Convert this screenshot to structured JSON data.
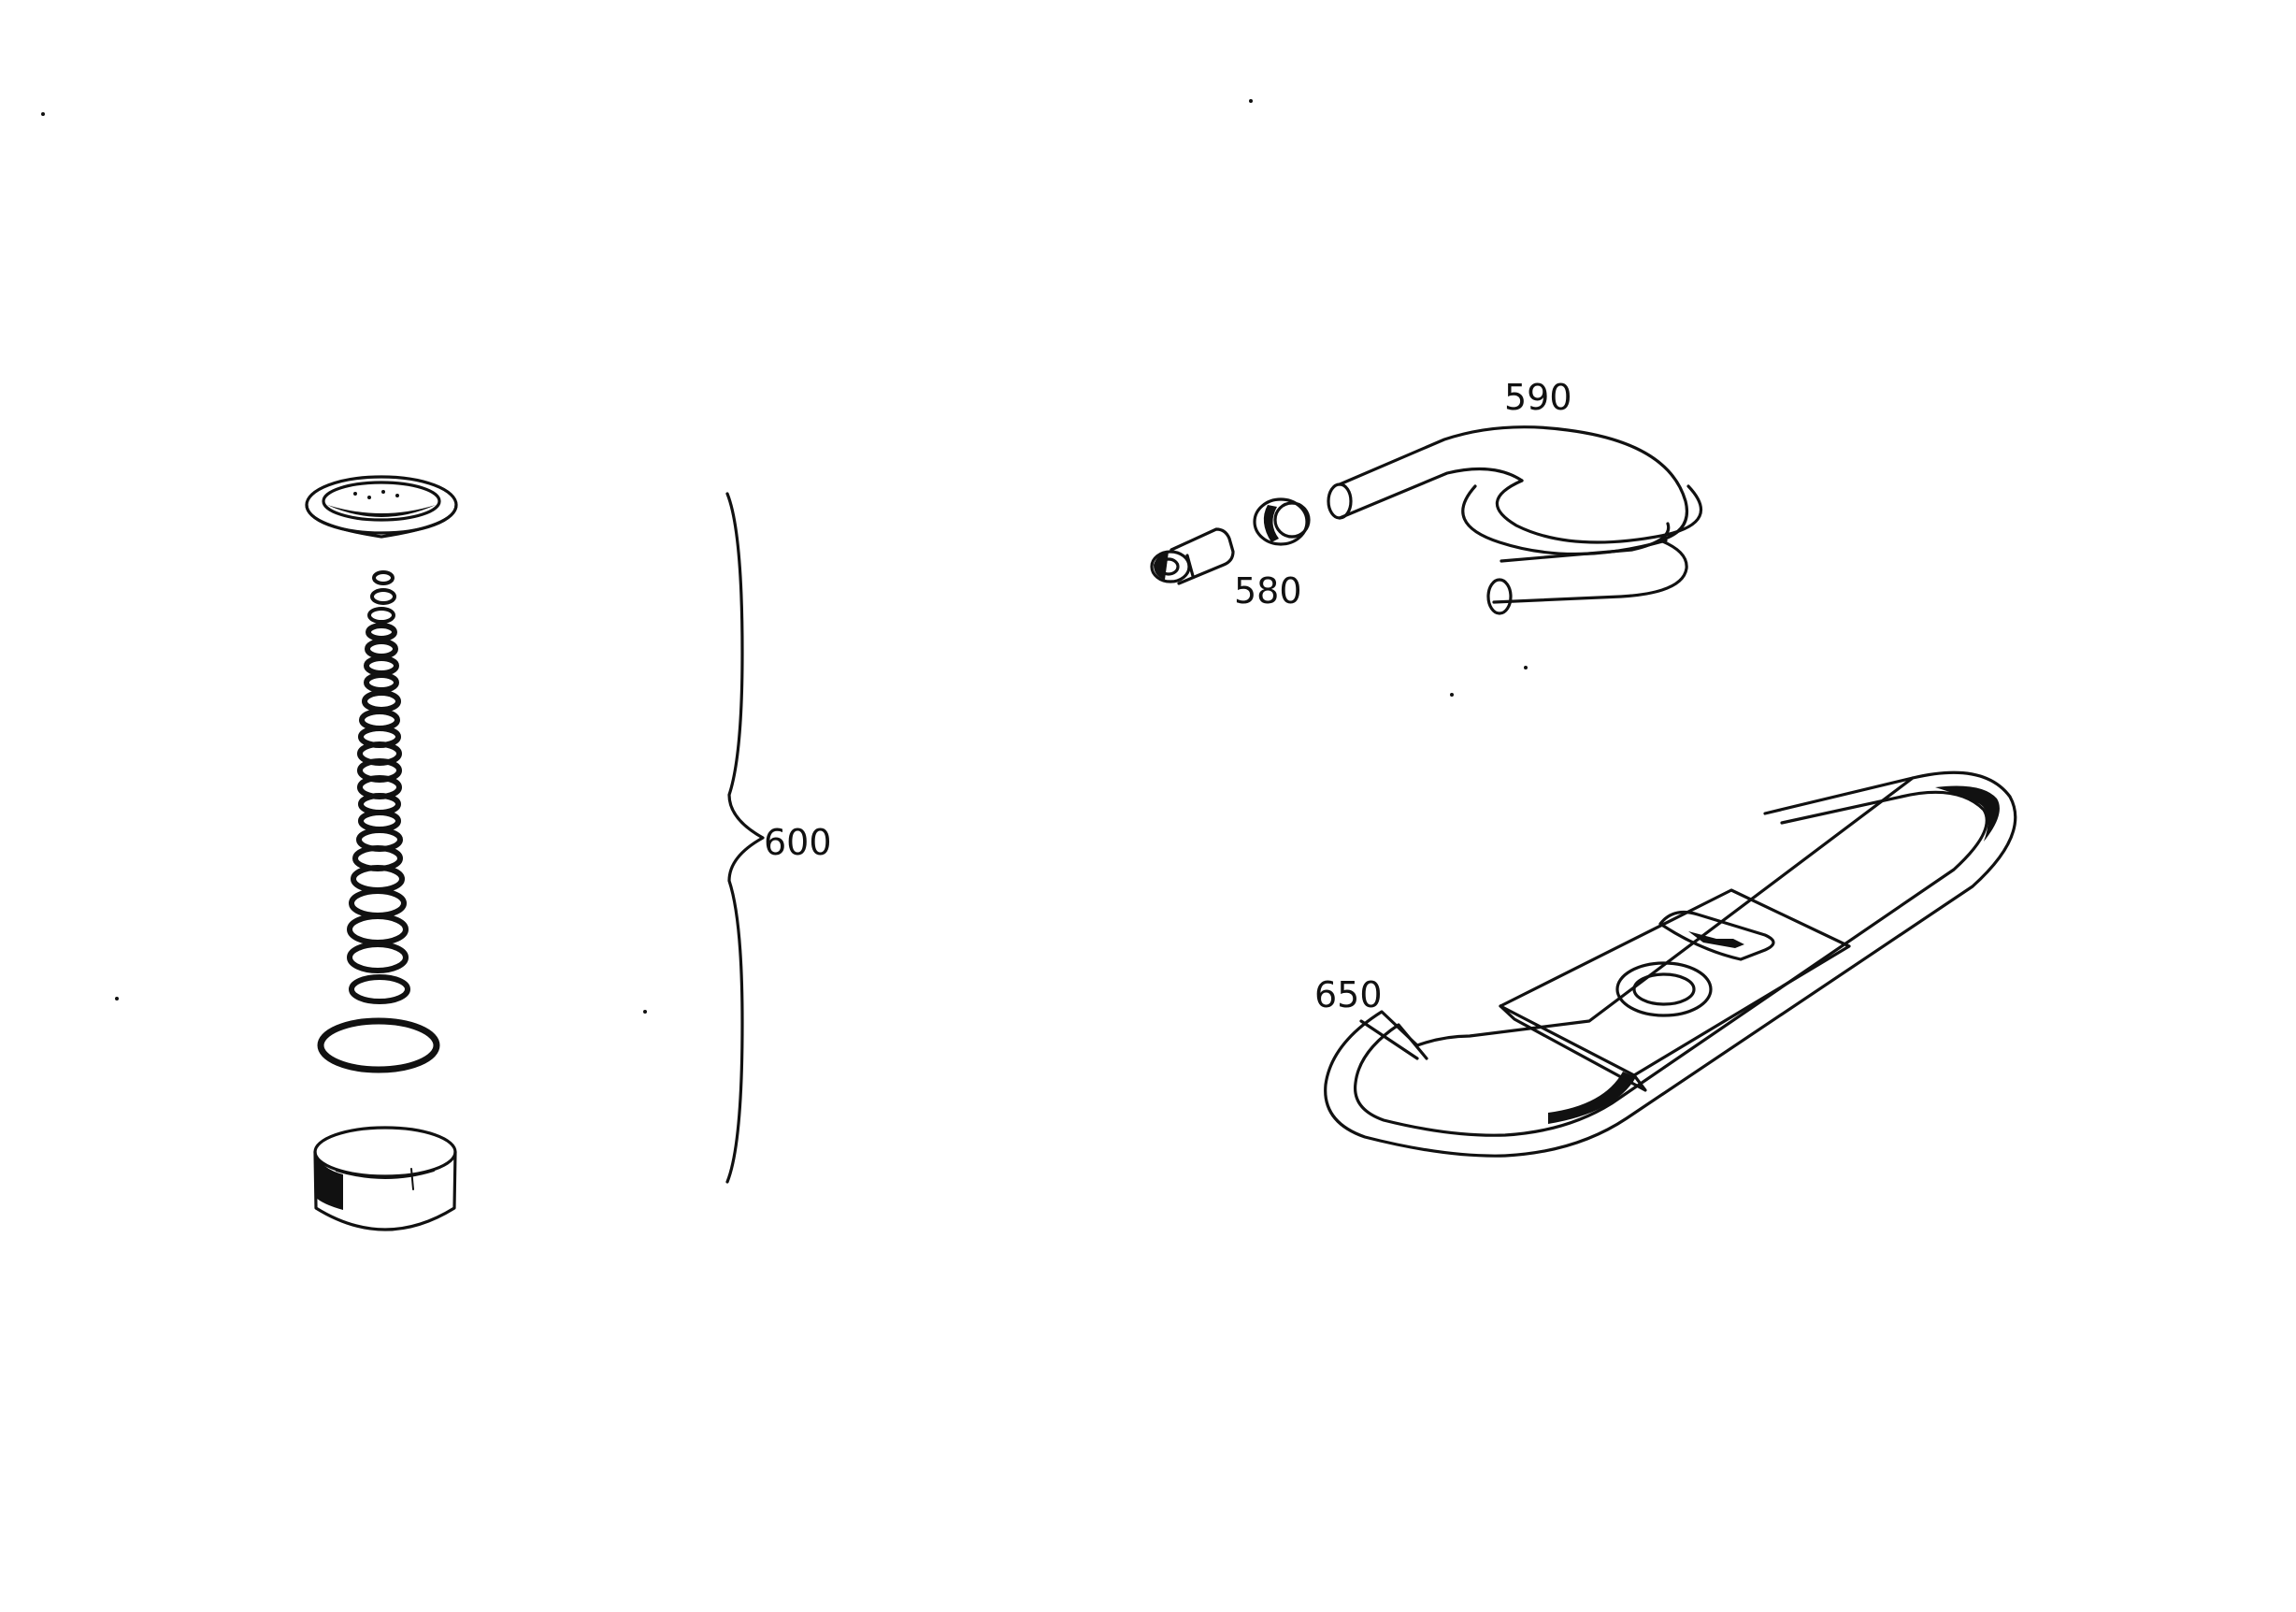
{
  "diagram": {
    "labels": {
      "kit": "600",
      "nipple": "580",
      "hose": "590",
      "belt": "650"
    },
    "colors": {
      "ink": "#111111",
      "paper": "#ffffff"
    }
  }
}
